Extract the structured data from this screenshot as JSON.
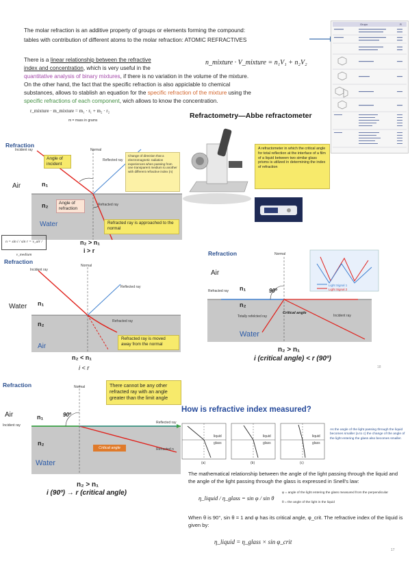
{
  "intro": {
    "line1": "The molar refraction is an additive property of groups or elements forming the compound:",
    "line2": "tables with contribution of different atoms to the molar refraction: ATOMIC REFRACTIVES",
    "p2_a": "There is a ",
    "p2_link1": "linear relationship between the refractive",
    "p2_link2": "index and concentration",
    "p2_b": ", which is very useful in the",
    "p2_purple": "quantitative analysis of binary mixtures",
    "p2_c": ", if there is no variation in the volume of the mixture.",
    "p2_d": "On the other hand, the fact that the specific refraction is also appiclable to chemical",
    "p2_e": "substances, allows to stablish an equation for the ",
    "p2_orange": "specific refraction of the mixture",
    "p2_f": " using the",
    "p2_green": "specific refractions of each component",
    "p2_g": ", wich allows to know the concentration.",
    "equation": "n_mixture · V_mixture = n₁V₁ + n₂V₂",
    "mass_eq": "r_mixture · m_mixture = m₁ · r₁ + m₂ · r₂",
    "mass_note": "m = mass in grams"
  },
  "atomic_table": {
    "header_left": "",
    "header_mid": "Grupo",
    "header_right": "R"
  },
  "abbe": {
    "title": "Refractometry—Abbe refractometer",
    "callout": "A refractometer in which the critical angle for total reflection at the interface of a film of a liquid between two similar glass prisms is utilized in determining the index of refraction"
  },
  "panel1": {
    "title": "Refraction",
    "incident_ray": "Incident ray",
    "normal": "Normal",
    "reflected_ray": "Reflected ray",
    "angle_incident": "Angle of incident",
    "angle_refraction": "Angle of refraction",
    "refracted_ray": "Refracted ray",
    "air": "Air",
    "water": "Water",
    "n1": "n₁",
    "n2": "n₂",
    "callout_em": "Change of direction that a electromagnetic radiation experiences when passing from one transparent medium to another with different refractive index (n)",
    "callout_normal": "Refracted ray is approached to the normal",
    "cond": "n₂ > n₁",
    "cond2": "i > r",
    "snell": "n = sin i / sin r = v_air / v_medium"
  },
  "panel2": {
    "title": "Refraction",
    "incident_ray": "Incident ray",
    "normal": "Normal",
    "reflected_ray": "Reflected ray",
    "refracted_ray": "Refracted ray",
    "water": "Water",
    "air": "Air",
    "n1": "n₁",
    "n2": "n₂",
    "callout": "Refracted ray is moved away from the normal",
    "cond": "n₂ < n₁",
    "cond2": "i < r"
  },
  "panel3": {
    "title": "Refraction",
    "normal": "Normal",
    "air": "Air",
    "water": "Water",
    "n1": "n₁",
    "n2": "n₂",
    "angle": "90º",
    "refracted_ray": "Refracted ray",
    "incident_ray": "Incident ray",
    "total_refracted": "Totally refelcted ray",
    "critical": "Critical angle",
    "legend1": "Light Signal 1",
    "legend2": "Light Signal 2",
    "cond": "n₂ > n₁",
    "cond2": "i (critical angle) < r (90º)",
    "page_mark": "18"
  },
  "panel4": {
    "title": "Refraction",
    "normal": "Normal",
    "air": "Air",
    "water": "Water",
    "n1": "n₁",
    "n2": "n₂",
    "angle": "90º",
    "incident_ray": "Incident ray",
    "reflected_ray": "Reflected ray",
    "refracted": "Refracted n",
    "critical": "Critical angle",
    "callout": "There cannot be any other refracted ray with an angle greater than the limit angle",
    "cond": "n₂ > n₁",
    "cond2": "i (90º) → r (critical angle)"
  },
  "measure": {
    "title": "How is refractive index measured?",
    "fig_labels": [
      "(a)",
      "(b)",
      "(c)"
    ],
    "liquid": "liquid",
    "glass": "glass",
    "side_note": "As the angle of the light passing through the liquid becomes smaller (a to c) the change of the angle of the light entering the glass also becomes smaller.",
    "para1": "The mathematical relationship between the angle of the light passing through the liquid and the angle of the light passing through the glass is expressed in Snell's law:",
    "snell_lhs": "η_liquid / η_glass = sin φ / sin θ",
    "snell_note1": "φ = angle of the light entering the glass measured from the perpendicular",
    "snell_note2": "θ = the angle of the light in the liquid",
    "para2": "When θ is 90°, sin θ = 1 and φ has its critical angle, φ_crit. The refractive index of the liquid is given by:",
    "final_eq": "η_liquid = η_glass × sin φ_crit",
    "page_num": "17"
  },
  "colors": {
    "title_blue": "#2a4f8f",
    "callout_yellow": "#fcf1a6",
    "water_grey": "#c8c8c8",
    "red_ray": "#e0201a",
    "blue_ray": "#3d7fcf",
    "green_line": "#3aa046",
    "orange_label": "#e07a2a"
  }
}
